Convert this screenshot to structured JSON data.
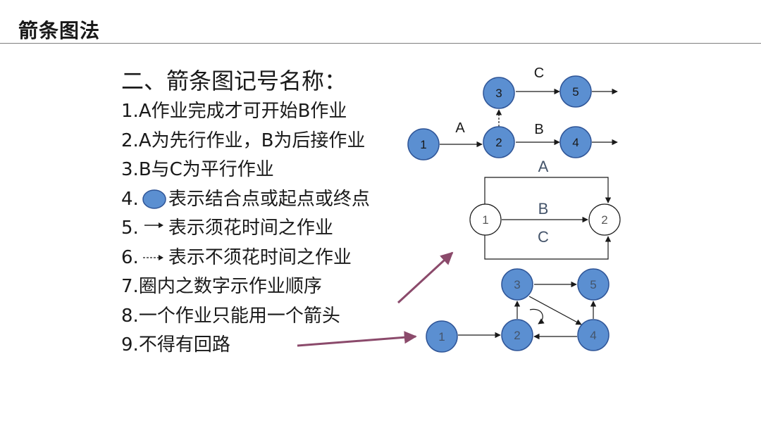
{
  "header": {
    "title": "箭条图法"
  },
  "section": {
    "subtitle": "二、箭条图记号名称：",
    "rules": [
      {
        "num": "1.",
        "text": " A作业完成才可开始B作业",
        "symbol": ""
      },
      {
        "num": "2.",
        "text": " A为先行作业，B为后接作业",
        "symbol": ""
      },
      {
        "num": "3.",
        "text": " B与C为平行作业",
        "symbol": ""
      },
      {
        "num": "4.",
        "text": "表示结合点或起点或终点",
        "symbol": "node-circle-icon"
      },
      {
        "num": "5.",
        "text": "表示须花时间之作业",
        "symbol": "solid-arrow-icon"
      },
      {
        "num": "6.",
        "text": "表示不须花时间之作业",
        "symbol": "dashed-arrow-icon"
      },
      {
        "num": "7.",
        "text": "圈内之数字示作业顺序",
        "symbol": ""
      },
      {
        "num": "8.",
        "text": "一个作业只能用一个箭头",
        "symbol": ""
      },
      {
        "num": "9.",
        "text": "不得有回路",
        "symbol": ""
      }
    ]
  },
  "diagram1": {
    "nodes": [
      "1",
      "2",
      "3",
      "4",
      "5"
    ],
    "edge_labels": {
      "a": "A",
      "b": "B",
      "c": "C"
    }
  },
  "diagram2": {
    "nodes": [
      "1",
      "2"
    ],
    "edge_labels": {
      "a": "A",
      "b": "B",
      "c": "C"
    }
  },
  "diagram3": {
    "nodes": [
      "1",
      "2",
      "3",
      "4",
      "5"
    ]
  },
  "colors": {
    "node_fill": "#5b8fd1",
    "node_stroke": "#2f5597",
    "edge": "#1a1a1a",
    "pointer_arrow": "#8b4a6b",
    "header_rule": "#7f7f7f"
  }
}
